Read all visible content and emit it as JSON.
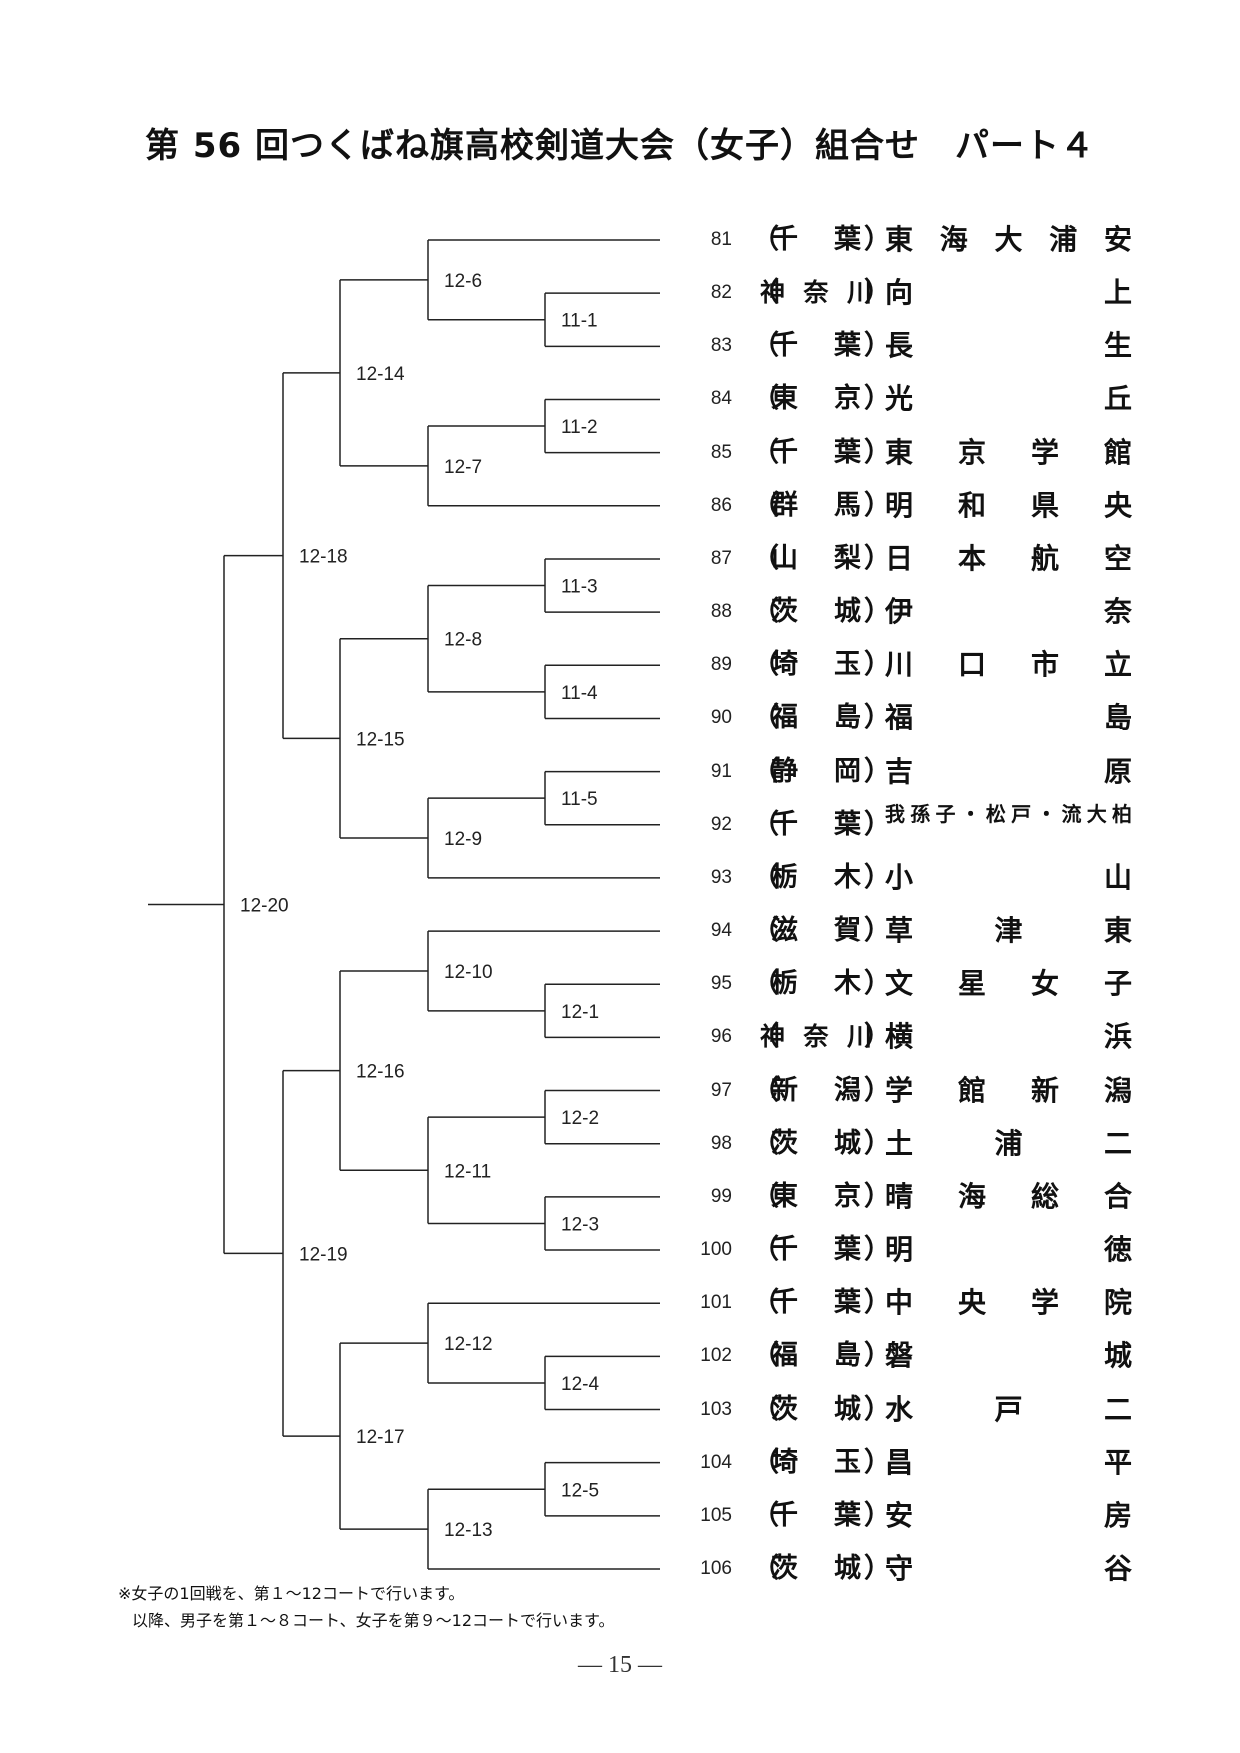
{
  "title": "第 56 回つくばね旗高校剣道大会（女子）組合せ　パート４",
  "entries": [
    {
      "num": "81",
      "pref": "千葉",
      "school": "東海大浦安"
    },
    {
      "num": "82",
      "pref": "神奈川",
      "school": "向上"
    },
    {
      "num": "83",
      "pref": "千葉",
      "school": "長生"
    },
    {
      "num": "84",
      "pref": "東京",
      "school": "光丘"
    },
    {
      "num": "85",
      "pref": "千葉",
      "school": "東京学館"
    },
    {
      "num": "86",
      "pref": "群馬",
      "school": "明和県央"
    },
    {
      "num": "87",
      "pref": "山梨",
      "school": "日本航空"
    },
    {
      "num": "88",
      "pref": "茨城",
      "school": "伊奈"
    },
    {
      "num": "89",
      "pref": "埼玉",
      "school": "川口市立"
    },
    {
      "num": "90",
      "pref": "福島",
      "school": "福島"
    },
    {
      "num": "91",
      "pref": "静岡",
      "school": "吉原"
    },
    {
      "num": "92",
      "pref": "千葉",
      "school": "我孫子・松戸・流大柏"
    },
    {
      "num": "93",
      "pref": "栃木",
      "school": "小山"
    },
    {
      "num": "94",
      "pref": "滋賀",
      "school": "草津東"
    },
    {
      "num": "95",
      "pref": "栃木",
      "school": "文星女子"
    },
    {
      "num": "96",
      "pref": "神奈川",
      "school": "横浜"
    },
    {
      "num": "97",
      "pref": "新潟",
      "school": "学館新潟"
    },
    {
      "num": "98",
      "pref": "茨城",
      "school": "土浦二"
    },
    {
      "num": "99",
      "pref": "東京",
      "school": "晴海総合"
    },
    {
      "num": "100",
      "pref": "千葉",
      "school": "明徳"
    },
    {
      "num": "101",
      "pref": "千葉",
      "school": "中央学院"
    },
    {
      "num": "102",
      "pref": "福島",
      "school": "磐城"
    },
    {
      "num": "103",
      "pref": "茨城",
      "school": "水戸二"
    },
    {
      "num": "104",
      "pref": "埼玉",
      "school": "昌平"
    },
    {
      "num": "105",
      "pref": "千葉",
      "school": "安房"
    },
    {
      "num": "106",
      "pref": "茨城",
      "school": "守谷"
    }
  ],
  "matches": {
    "m11_1": "11-1",
    "m11_2": "11-2",
    "m11_3": "11-3",
    "m11_4": "11-4",
    "m11_5": "11-5",
    "m12_1": "12-1",
    "m12_2": "12-2",
    "m12_3": "12-3",
    "m12_4": "12-4",
    "m12_5": "12-5",
    "m12_6": "12-6",
    "m12_7": "12-7",
    "m12_8": "12-8",
    "m12_9": "12-9",
    "m12_10": "12-10",
    "m12_11": "12-11",
    "m12_12": "12-12",
    "m12_13": "12-13",
    "m12_14": "12-14",
    "m12_15": "12-15",
    "m12_16": "12-16",
    "m12_17": "12-17",
    "m12_18": "12-18",
    "m12_19": "12-19",
    "m12_20": "12-20"
  },
  "notes": [
    "※女子の1回戦を、第１～12コートで行います。",
    "以降、男子を第１～８コート、女子を第９～12コートで行います。"
  ],
  "page_number": "— 15 —"
}
